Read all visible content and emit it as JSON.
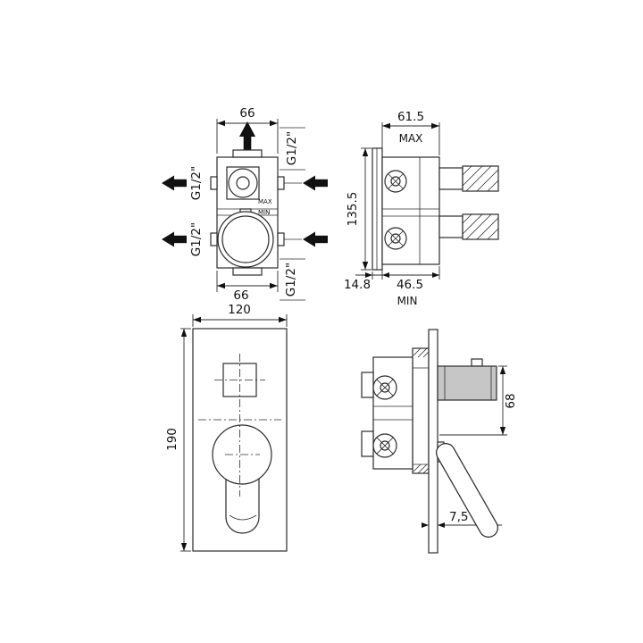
{
  "page": {
    "background": "#ffffff",
    "line_color": "#2b2b2b"
  },
  "views": {
    "valve_front": {
      "dim_top_width": "66",
      "dim_bottom_width": "66",
      "port_top_label": "G1/2\"",
      "port_bottom_label": "G1/2\"",
      "port_left_top_label": "G1/2\"",
      "port_left_bottom_label": "G1/2\"",
      "max_label": "MAX",
      "min_label": "MIN"
    },
    "valve_side": {
      "dim_depth_max": "61.5",
      "max_label": "MAX",
      "dim_height": "135.5",
      "dim_plate_depth": "14.8",
      "dim_depth_min": "46.5",
      "min_label": "MIN"
    },
    "trim_front": {
      "dim_width": "120",
      "dim_height": "190"
    },
    "trim_side": {
      "dim_handle_depth": "68",
      "dim_plate_thickness": "7,5"
    }
  }
}
